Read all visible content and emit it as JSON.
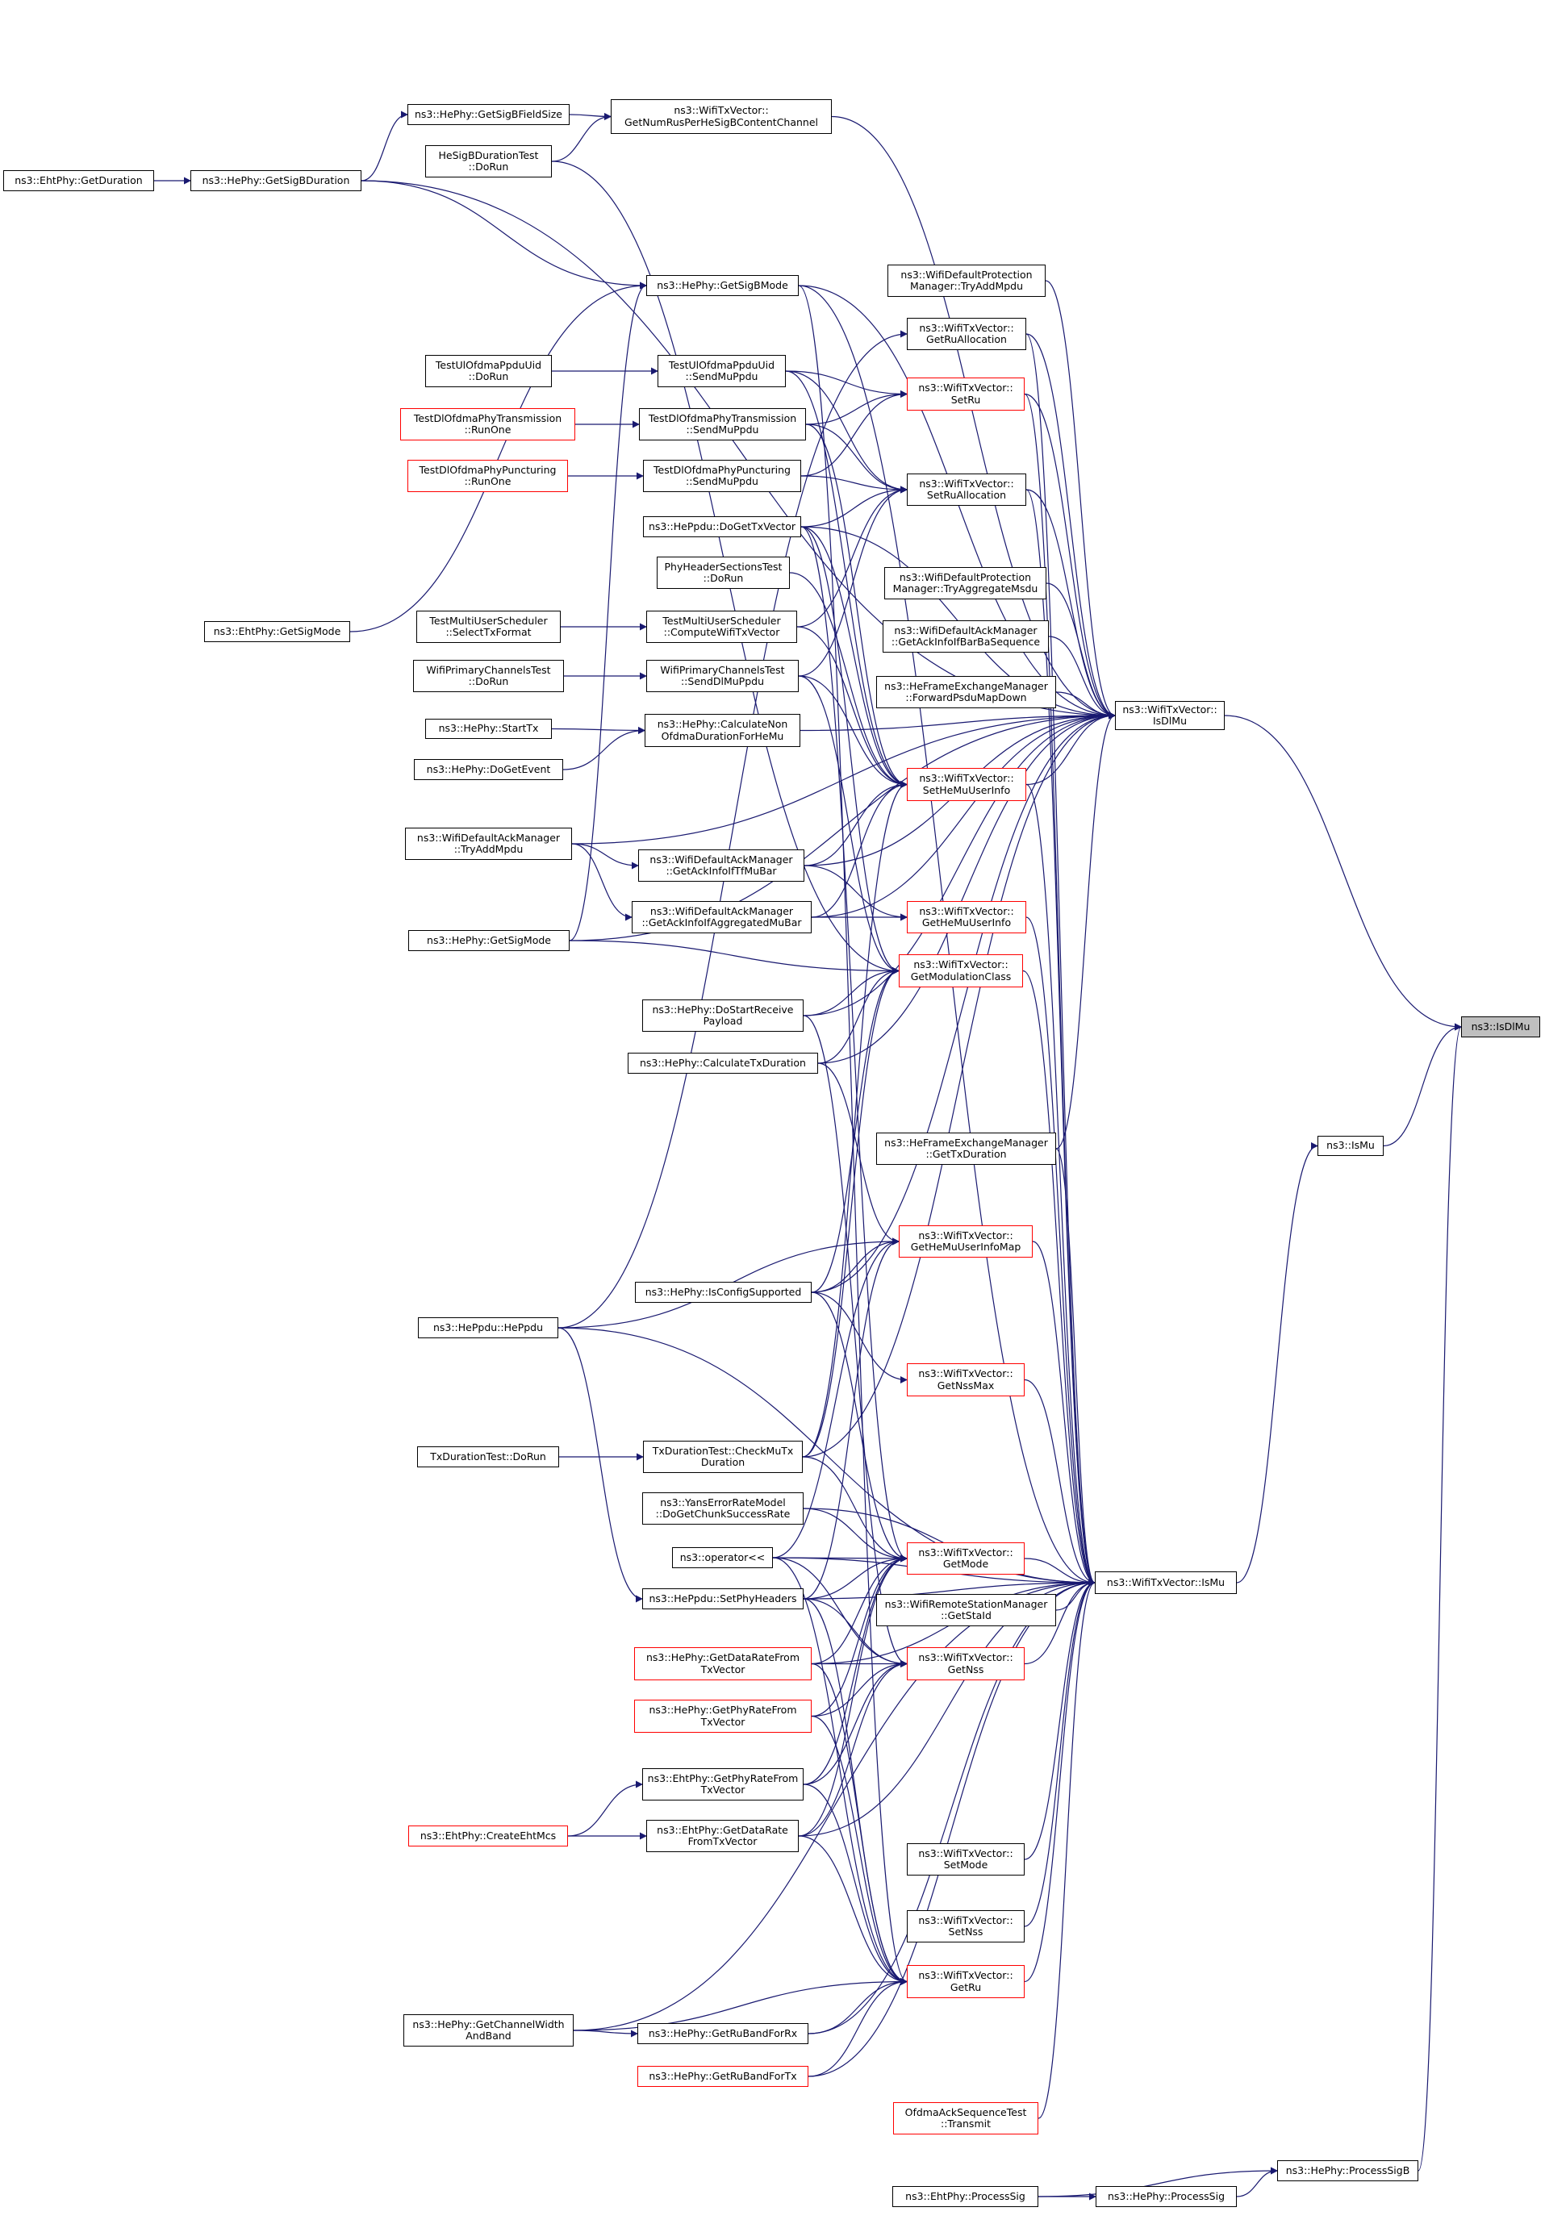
{
  "graph": {
    "edge_color": "#191970",
    "focus_fill": "#bfbfbf",
    "nodes": {
      "isdlmu": {
        "lines": [
          "ns3::IsDlMu"
        ],
        "style": "focus"
      },
      "ismu": {
        "lines": [
          "ns3::IsMu"
        ],
        "style": "black"
      },
      "wtv_isdlmu": {
        "lines": [
          "ns3::WifiTxVector::",
          "IsDlMu"
        ],
        "style": "black"
      },
      "wtv_ismu": {
        "lines": [
          "ns3::WifiTxVector::IsMu"
        ],
        "style": "black"
      },
      "hephy_processsigb": {
        "lines": [
          "ns3::HePhy::ProcessSigB"
        ],
        "style": "black"
      },
      "hephy_processsig": {
        "lines": [
          "ns3::HePhy::ProcessSig"
        ],
        "style": "black"
      },
      "ehtphy_processsig": {
        "lines": [
          "ns3::EhtPhy::ProcessSig"
        ],
        "style": "black"
      },
      "ehtphy_getduration": {
        "lines": [
          "ns3::EhtPhy::GetDuration"
        ],
        "style": "black"
      },
      "hephy_getsigbduration": {
        "lines": [
          "ns3::HePhy::GetSigBDuration"
        ],
        "style": "black"
      },
      "hephy_getsigbfieldsize": {
        "lines": [
          "ns3::HePhy::GetSigBFieldSize"
        ],
        "style": "black"
      },
      "wtv_getnumrus": {
        "lines": [
          "ns3::WifiTxVector::",
          "GetNumRusPerHeSigBContentChannel"
        ],
        "style": "black"
      },
      "hesigbdurationtest": {
        "lines": [
          "HeSigBDurationTest",
          "::DoRun"
        ],
        "style": "black"
      },
      "wdpm_tryaddmpdu": {
        "lines": [
          "ns3::WifiDefaultProtection",
          "Manager::TryAddMpdu"
        ],
        "style": "black"
      },
      "hephy_getsigbmode": {
        "lines": [
          "ns3::HePhy::GetSigBMode"
        ],
        "style": "black"
      },
      "wtv_getruallocation": {
        "lines": [
          "ns3::WifiTxVector::",
          "GetRuAllocation"
        ],
        "style": "black"
      },
      "testul_dorun": {
        "lines": [
          "TestUlOfdmaPpduUid",
          "::DoRun"
        ],
        "style": "black"
      },
      "testul_sendmuppdu": {
        "lines": [
          "TestUlOfdmaPpduUid",
          "::SendMuPpdu"
        ],
        "style": "black"
      },
      "wtv_setru": {
        "lines": [
          "ns3::WifiTxVector::",
          "SetRu"
        ],
        "style": "red"
      },
      "testdltx_runone": {
        "lines": [
          "TestDlOfdmaPhyTransmission",
          "::RunOne"
        ],
        "style": "red"
      },
      "testdltx_sendmuppdu": {
        "lines": [
          "TestDlOfdmaPhyTransmission",
          "::SendMuPpdu"
        ],
        "style": "black"
      },
      "testdlpunct_runone": {
        "lines": [
          "TestDlOfdmaPhyPuncturing",
          "::RunOne"
        ],
        "style": "red"
      },
      "testdlpunct_sendmuppdu": {
        "lines": [
          "TestDlOfdmaPhyPuncturing",
          "::SendMuPpdu"
        ],
        "style": "black"
      },
      "wtv_setruallocation": {
        "lines": [
          "ns3::WifiTxVector::",
          "SetRuAllocation"
        ],
        "style": "black"
      },
      "heppdu_dogettxvector": {
        "lines": [
          "ns3::HePpdu::DoGetTxVector"
        ],
        "style": "black"
      },
      "phyheadersectionstest": {
        "lines": [
          "PhyHeaderSectionsTest",
          "::DoRun"
        ],
        "style": "black"
      },
      "wdpm_tryaggregatemsdu": {
        "lines": [
          "ns3::WifiDefaultProtection",
          "Manager::TryAggregateMsdu"
        ],
        "style": "black"
      },
      "wdam_getackinfoifbarba": {
        "lines": [
          "ns3::WifiDefaultAckManager",
          "::GetAckInfoIfBarBaSequence"
        ],
        "style": "black"
      },
      "ehtphy_getsigmode": {
        "lines": [
          "ns3::EhtPhy::GetSigMode"
        ],
        "style": "black"
      },
      "testmus_selecttxformat": {
        "lines": [
          "TestMultiUserScheduler",
          "::SelectTxFormat"
        ],
        "style": "black"
      },
      "testmus_computewifitxvector": {
        "lines": [
          "TestMultiUserScheduler",
          "::ComputeWifiTxVector"
        ],
        "style": "black"
      },
      "hfem_forwardpsdumapdown": {
        "lines": [
          "ns3::HeFrameExchangeManager",
          "::ForwardPsduMapDown"
        ],
        "style": "black"
      },
      "wpct_dorun": {
        "lines": [
          "WifiPrimaryChannelsTest",
          "::DoRun"
        ],
        "style": "black"
      },
      "wpct_senddlmuppdu": {
        "lines": [
          "WifiPrimaryChannelsTest",
          "::SendDlMuPpdu"
        ],
        "style": "black"
      },
      "hephy_starttx": {
        "lines": [
          "ns3::HePhy::StartTx"
        ],
        "style": "black"
      },
      "hephy_calcnonofdma": {
        "lines": [
          "ns3::HePhy::CalculateNon",
          "OfdmaDurationForHeMu"
        ],
        "style": "black"
      },
      "hephy_dogetevent": {
        "lines": [
          "ns3::HePhy::DoGetEvent"
        ],
        "style": "black"
      },
      "wtv_sethemuuserinfo": {
        "lines": [
          "ns3::WifiTxVector::",
          "SetHeMuUserInfo"
        ],
        "style": "red"
      },
      "wdam_tryaddmpdu": {
        "lines": [
          "ns3::WifiDefaultAckManager",
          "::TryAddMpdu"
        ],
        "style": "black"
      },
      "wdam_getackinfoiftfmubar": {
        "lines": [
          "ns3::WifiDefaultAckManager",
          "::GetAckInfoIfTfMuBar"
        ],
        "style": "black"
      },
      "wdam_getackinfoifaggmubar": {
        "lines": [
          "ns3::WifiDefaultAckManager",
          "::GetAckInfoIfAggregatedMuBar"
        ],
        "style": "black"
      },
      "wtv_gethemuuserinfo": {
        "lines": [
          "ns3::WifiTxVector::",
          "GetHeMuUserInfo"
        ],
        "style": "red"
      },
      "hephy_getsigmode": {
        "lines": [
          "ns3::HePhy::GetSigMode"
        ],
        "style": "black"
      },
      "wtv_getmodulationclass": {
        "lines": [
          "ns3::WifiTxVector::",
          "GetModulationClass"
        ],
        "style": "red"
      },
      "hephy_dostartreceivepayload": {
        "lines": [
          "ns3::HePhy::DoStartReceive",
          "Payload"
        ],
        "style": "black"
      },
      "hephy_calculatetxduration": {
        "lines": [
          "ns3::HePhy::CalculateTxDuration"
        ],
        "style": "black"
      },
      "hfem_gettxduration": {
        "lines": [
          "ns3::HeFrameExchangeManager",
          "::GetTxDuration"
        ],
        "style": "black"
      },
      "wtv_gethemuuserinfomap": {
        "lines": [
          "ns3::WifiTxVector::",
          "GetHeMuUserInfoMap"
        ],
        "style": "red"
      },
      "hephy_isconfigsupported": {
        "lines": [
          "ns3::HePhy::IsConfigSupported"
        ],
        "style": "black"
      },
      "heppdu_heppdu": {
        "lines": [
          "ns3::HePpdu::HePpdu"
        ],
        "style": "black"
      },
      "wtv_getnssmax": {
        "lines": [
          "ns3::WifiTxVector::",
          "GetNssMax"
        ],
        "style": "red"
      },
      "txdurationtest_dorun": {
        "lines": [
          "TxDurationTest::DoRun"
        ],
        "style": "black"
      },
      "txdurationtest_checkmutx": {
        "lines": [
          "TxDurationTest::CheckMuTx",
          "Duration"
        ],
        "style": "black"
      },
      "yans_dogetchunk": {
        "lines": [
          "ns3::YansErrorRateModel",
          "::DoGetChunkSuccessRate"
        ],
        "style": "black"
      },
      "ns3_operator": {
        "lines": [
          "ns3::operator<<"
        ],
        "style": "black"
      },
      "wtv_getmode": {
        "lines": [
          "ns3::WifiTxVector::",
          "GetMode"
        ],
        "style": "red"
      },
      "heppdu_setphyheaders": {
        "lines": [
          "ns3::HePpdu::SetPhyHeaders"
        ],
        "style": "black"
      },
      "wrsm_getstaid": {
        "lines": [
          "ns3::WifiRemoteStationManager",
          "::GetStaId"
        ],
        "style": "black"
      },
      "hephy_getdatarate": {
        "lines": [
          "ns3::HePhy::GetDataRateFrom",
          "TxVector"
        ],
        "style": "red"
      },
      "wtv_getnss": {
        "lines": [
          "ns3::WifiTxVector::",
          "GetNss"
        ],
        "style": "red"
      },
      "hephy_getphyrate": {
        "lines": [
          "ns3::HePhy::GetPhyRateFrom",
          "TxVector"
        ],
        "style": "red"
      },
      "ehtphy_getphyrate": {
        "lines": [
          "ns3::EhtPhy::GetPhyRateFrom",
          "TxVector"
        ],
        "style": "black"
      },
      "ehtphy_createehtmcs": {
        "lines": [
          "ns3::EhtPhy::CreateEhtMcs"
        ],
        "style": "red"
      },
      "ehtphy_getdatarate": {
        "lines": [
          "ns3::EhtPhy::GetDataRate",
          "FromTxVector"
        ],
        "style": "black"
      },
      "wtv_setmode": {
        "lines": [
          "ns3::WifiTxVector::",
          "SetMode"
        ],
        "style": "black"
      },
      "wtv_setnss": {
        "lines": [
          "ns3::WifiTxVector::",
          "SetNss"
        ],
        "style": "black"
      },
      "hephy_getchannelwidthandband": {
        "lines": [
          "ns3::HePhy::GetChannelWidth",
          "AndBand"
        ],
        "style": "black"
      },
      "hephy_getrubandforrx": {
        "lines": [
          "ns3::HePhy::GetRuBandForRx"
        ],
        "style": "black"
      },
      "wtv_getru": {
        "lines": [
          "ns3::WifiTxVector::",
          "GetRu"
        ],
        "style": "red"
      },
      "hephy_getrubandfortx": {
        "lines": [
          "ns3::HePhy::GetRuBandForTx"
        ],
        "style": "red"
      },
      "ofdmaack_transmit": {
        "lines": [
          "OfdmaAckSequenceTest",
          "::Transmit"
        ],
        "style": "red"
      }
    }
  }
}
